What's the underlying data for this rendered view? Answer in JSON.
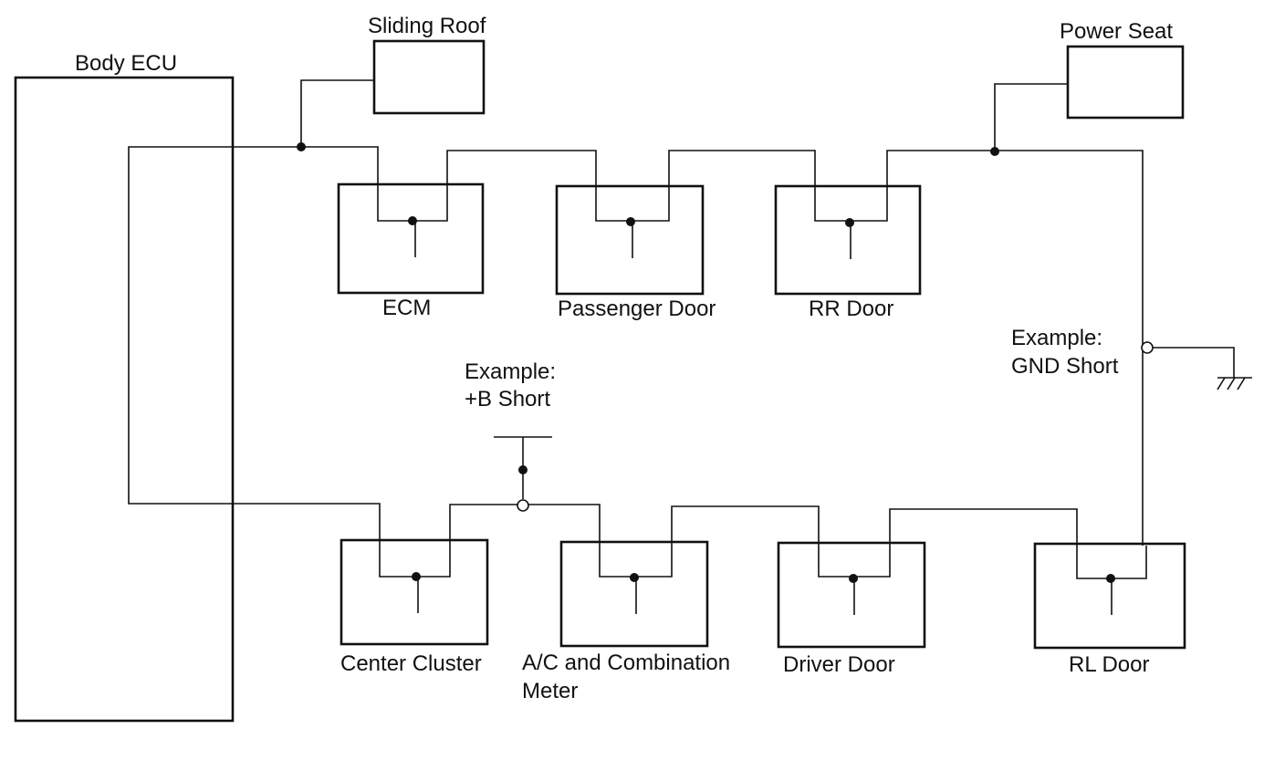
{
  "diagram": {
    "components": {
      "body_ecu": "Body ECU",
      "sliding_roof": "Sliding Roof",
      "power_seat": "Power Seat",
      "ecm": "ECM",
      "passenger_door": "Passenger Door",
      "rr_door": "RR Door",
      "center_cluster": "Center Cluster",
      "ac_meter_line1": "A/C and Combination",
      "ac_meter_line2": "Meter",
      "driver_door": "Driver Door",
      "rl_door": "RL Door"
    },
    "annotations": {
      "b_short_line1": "Example:",
      "b_short_line2": "+B Short",
      "gnd_short_line1": "Example:",
      "gnd_short_line2": "GND Short"
    }
  }
}
